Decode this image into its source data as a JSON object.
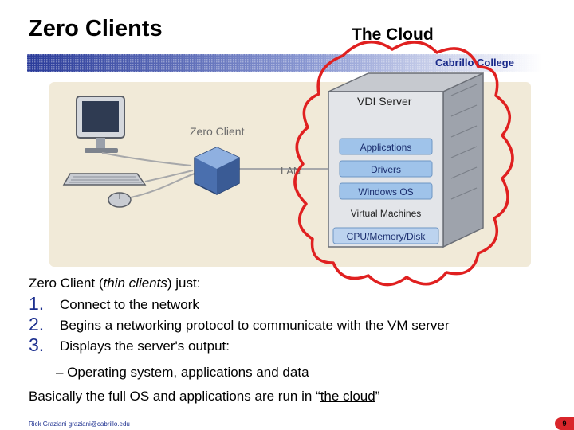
{
  "slide": {
    "title": "Zero Clients",
    "cloud_label": "The Cloud",
    "college_name": "Cabrillo College",
    "colors": {
      "accent_red": "#e02020",
      "navy": "#1c2f8f",
      "panel": "#f1ead8"
    }
  },
  "diagram": {
    "zero_client_label": "Zero Client",
    "lan_label": "LAN",
    "server_title": "VDI Server",
    "layers": [
      "Applications",
      "Drivers",
      "Windows OS",
      "Virtual Machines",
      "CPU/Memory/Disk"
    ]
  },
  "body": {
    "heading_start": "Zero Client (",
    "heading_italic": "thin clients",
    "heading_end": ") just:",
    "items": [
      {
        "num": "1.",
        "text": "Connect to the network"
      },
      {
        "num": "2.",
        "text": "Begins a networking protocol to communicate with the VM server"
      },
      {
        "num": "3.",
        "text": "Displays the server's output:"
      }
    ],
    "sub_item": "– Operating system, applications and data",
    "summary_start": "Basically the full OS and applications are run in “",
    "summary_link": "the cloud",
    "summary_end": "”"
  },
  "footer": {
    "author": "Rick Graziani graziani@cabrillo.edu",
    "page": "9"
  }
}
